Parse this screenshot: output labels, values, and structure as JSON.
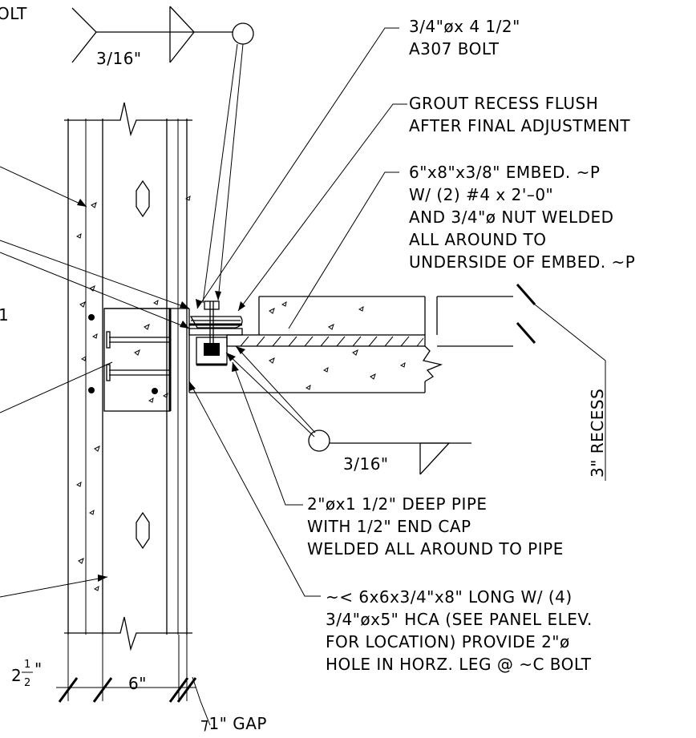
{
  "notes": {
    "bolt_top_left": "OLT",
    "weld_top": "3/16\"",
    "bolt_l1": "3/4\"øx 4 1/2\"",
    "bolt_l2": "A307 BOLT",
    "grout_l1": "GROUT RECESS FLUSH",
    "grout_l2": "AFTER FINAL ADJUSTMENT",
    "embed_l1": "6\"x8\"x3/8\" EMBED. ~P",
    "embed_l2": "W/ (2) #4 x 2'–0\"",
    "embed_l3": "AND 3/4\"ø NUT WELDED",
    "embed_l4": "ALL AROUND TO",
    "embed_l5": "UNDERSIDE OF EMBED. ~P",
    "recess": "3\" RECESS",
    "weld_mid": "3/16\"",
    "pipe_l1": "2\"øx1 1/2\" DEEP PIPE",
    "pipe_l2": "WITH 1/2\" END CAP",
    "pipe_l3": "WELDED ALL AROUND TO PIPE",
    "angle_l1": "~< 6x6x3/4\"x8\" LONG W/ (4)",
    "angle_l2": "3/4\"øx5\" HCA (SEE PANEL ELEV.",
    "angle_l3": "FOR LOCATION)  PROVIDE 2\"ø",
    "angle_l4": "HOLE IN HORZ. LEG @ ~C BOLT",
    "left_fragment": "1",
    "dim_left_whole": "2",
    "dim_left_num": "1",
    "dim_left_den": "2",
    "dim_left_inch": "\"",
    "dim_mid": "6\"",
    "gap": "⁊1\" GAP"
  }
}
